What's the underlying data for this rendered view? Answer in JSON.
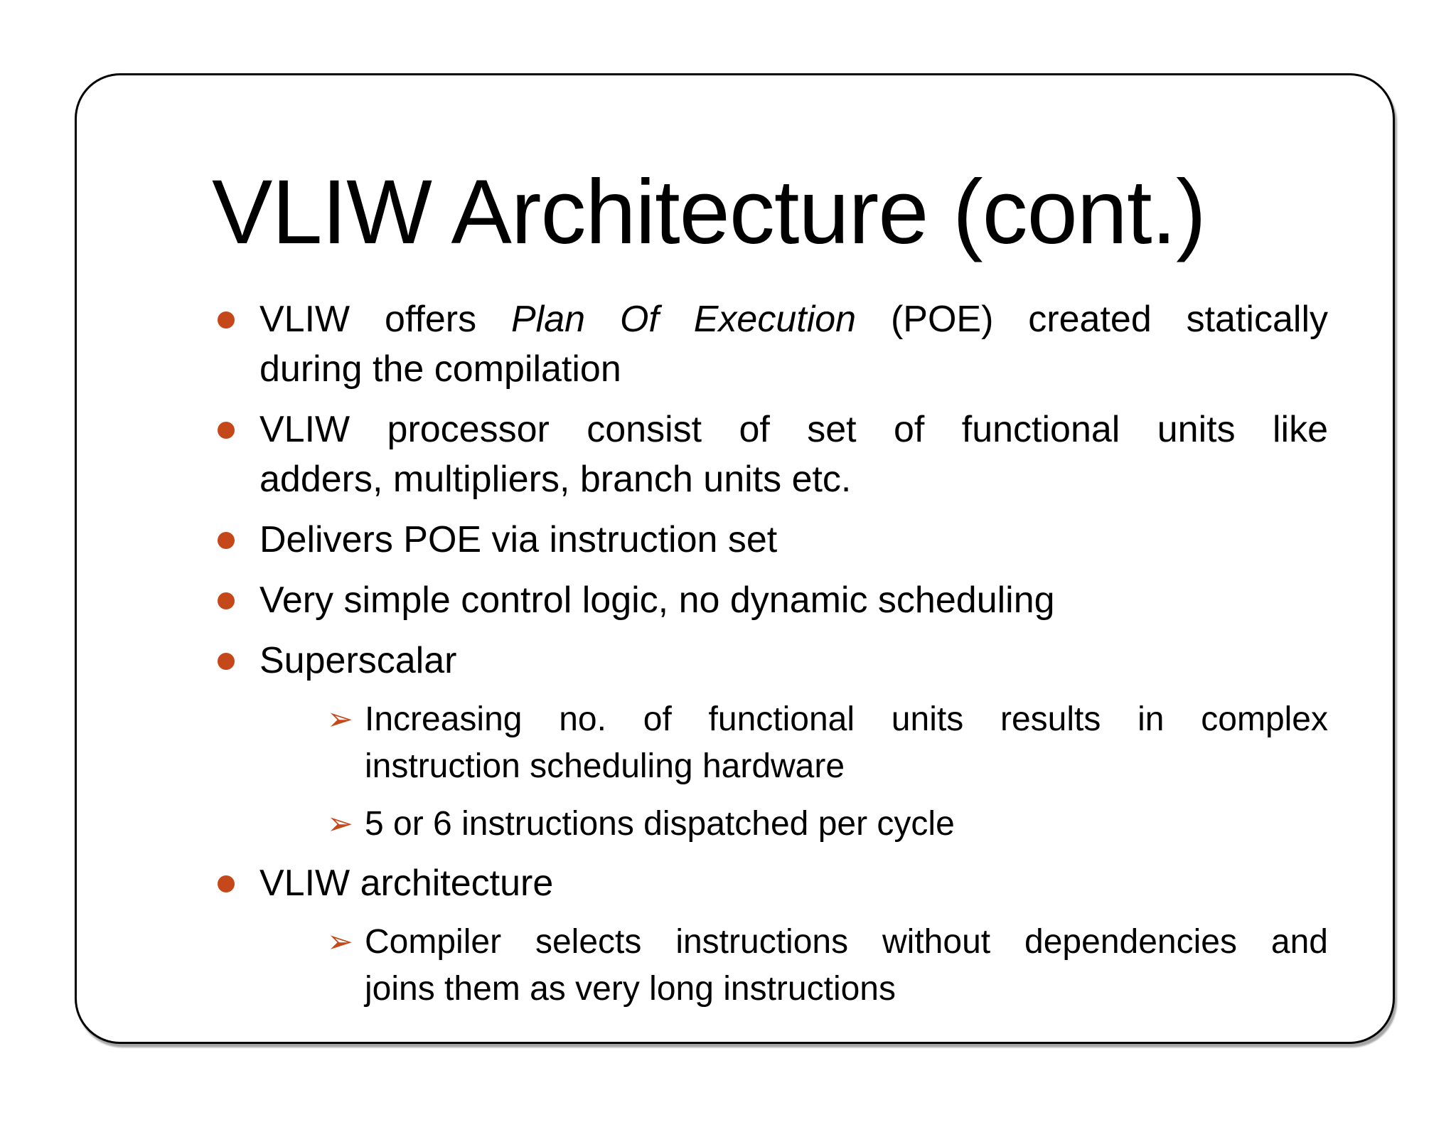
{
  "slide": {
    "title": "VLIW Architecture (cont.)",
    "accent_color": "#c5481a",
    "level2_marker_glyph": "➢",
    "bullets": [
      {
        "level": 1,
        "lines": [
          {
            "justify": true,
            "runs": [
              {
                "text": "VLIW offers "
              },
              {
                "text": "Plan Of Execution",
                "italic": true
              },
              {
                "text": " (POE) created statically"
              }
            ]
          },
          {
            "justify": false,
            "runs": [
              {
                "text": "during the compilation"
              }
            ]
          }
        ]
      },
      {
        "level": 1,
        "lines": [
          {
            "justify": true,
            "runs": [
              {
                "text": "VLIW processor consist of set of functional units like"
              }
            ]
          },
          {
            "justify": false,
            "runs": [
              {
                "text": "adders, multipliers, branch units etc."
              }
            ]
          }
        ]
      },
      {
        "level": 1,
        "lines": [
          {
            "justify": false,
            "runs": [
              {
                "text": "Delivers POE via instruction set"
              }
            ]
          }
        ]
      },
      {
        "level": 1,
        "lines": [
          {
            "justify": false,
            "runs": [
              {
                "text": "Very simple control logic, no dynamic scheduling"
              }
            ]
          }
        ]
      },
      {
        "level": 1,
        "lines": [
          {
            "justify": false,
            "runs": [
              {
                "text": "Superscalar"
              }
            ]
          }
        ]
      },
      {
        "level": 2,
        "lines": [
          {
            "justify": true,
            "runs": [
              {
                "text": "Increasing no. of functional units results in complex"
              }
            ]
          },
          {
            "justify": false,
            "runs": [
              {
                "text": "instruction scheduling hardware"
              }
            ]
          }
        ]
      },
      {
        "level": 2,
        "lines": [
          {
            "justify": false,
            "runs": [
              {
                "text": "5 or 6 instructions dispatched per cycle"
              }
            ]
          }
        ]
      },
      {
        "level": 1,
        "lines": [
          {
            "justify": false,
            "runs": [
              {
                "text": "VLIW architecture"
              }
            ]
          }
        ]
      },
      {
        "level": 2,
        "lines": [
          {
            "justify": true,
            "runs": [
              {
                "text": "Compiler selects instructions without dependencies and"
              }
            ]
          },
          {
            "justify": false,
            "runs": [
              {
                "text": "joins them as very long instructions"
              }
            ]
          }
        ]
      }
    ]
  }
}
